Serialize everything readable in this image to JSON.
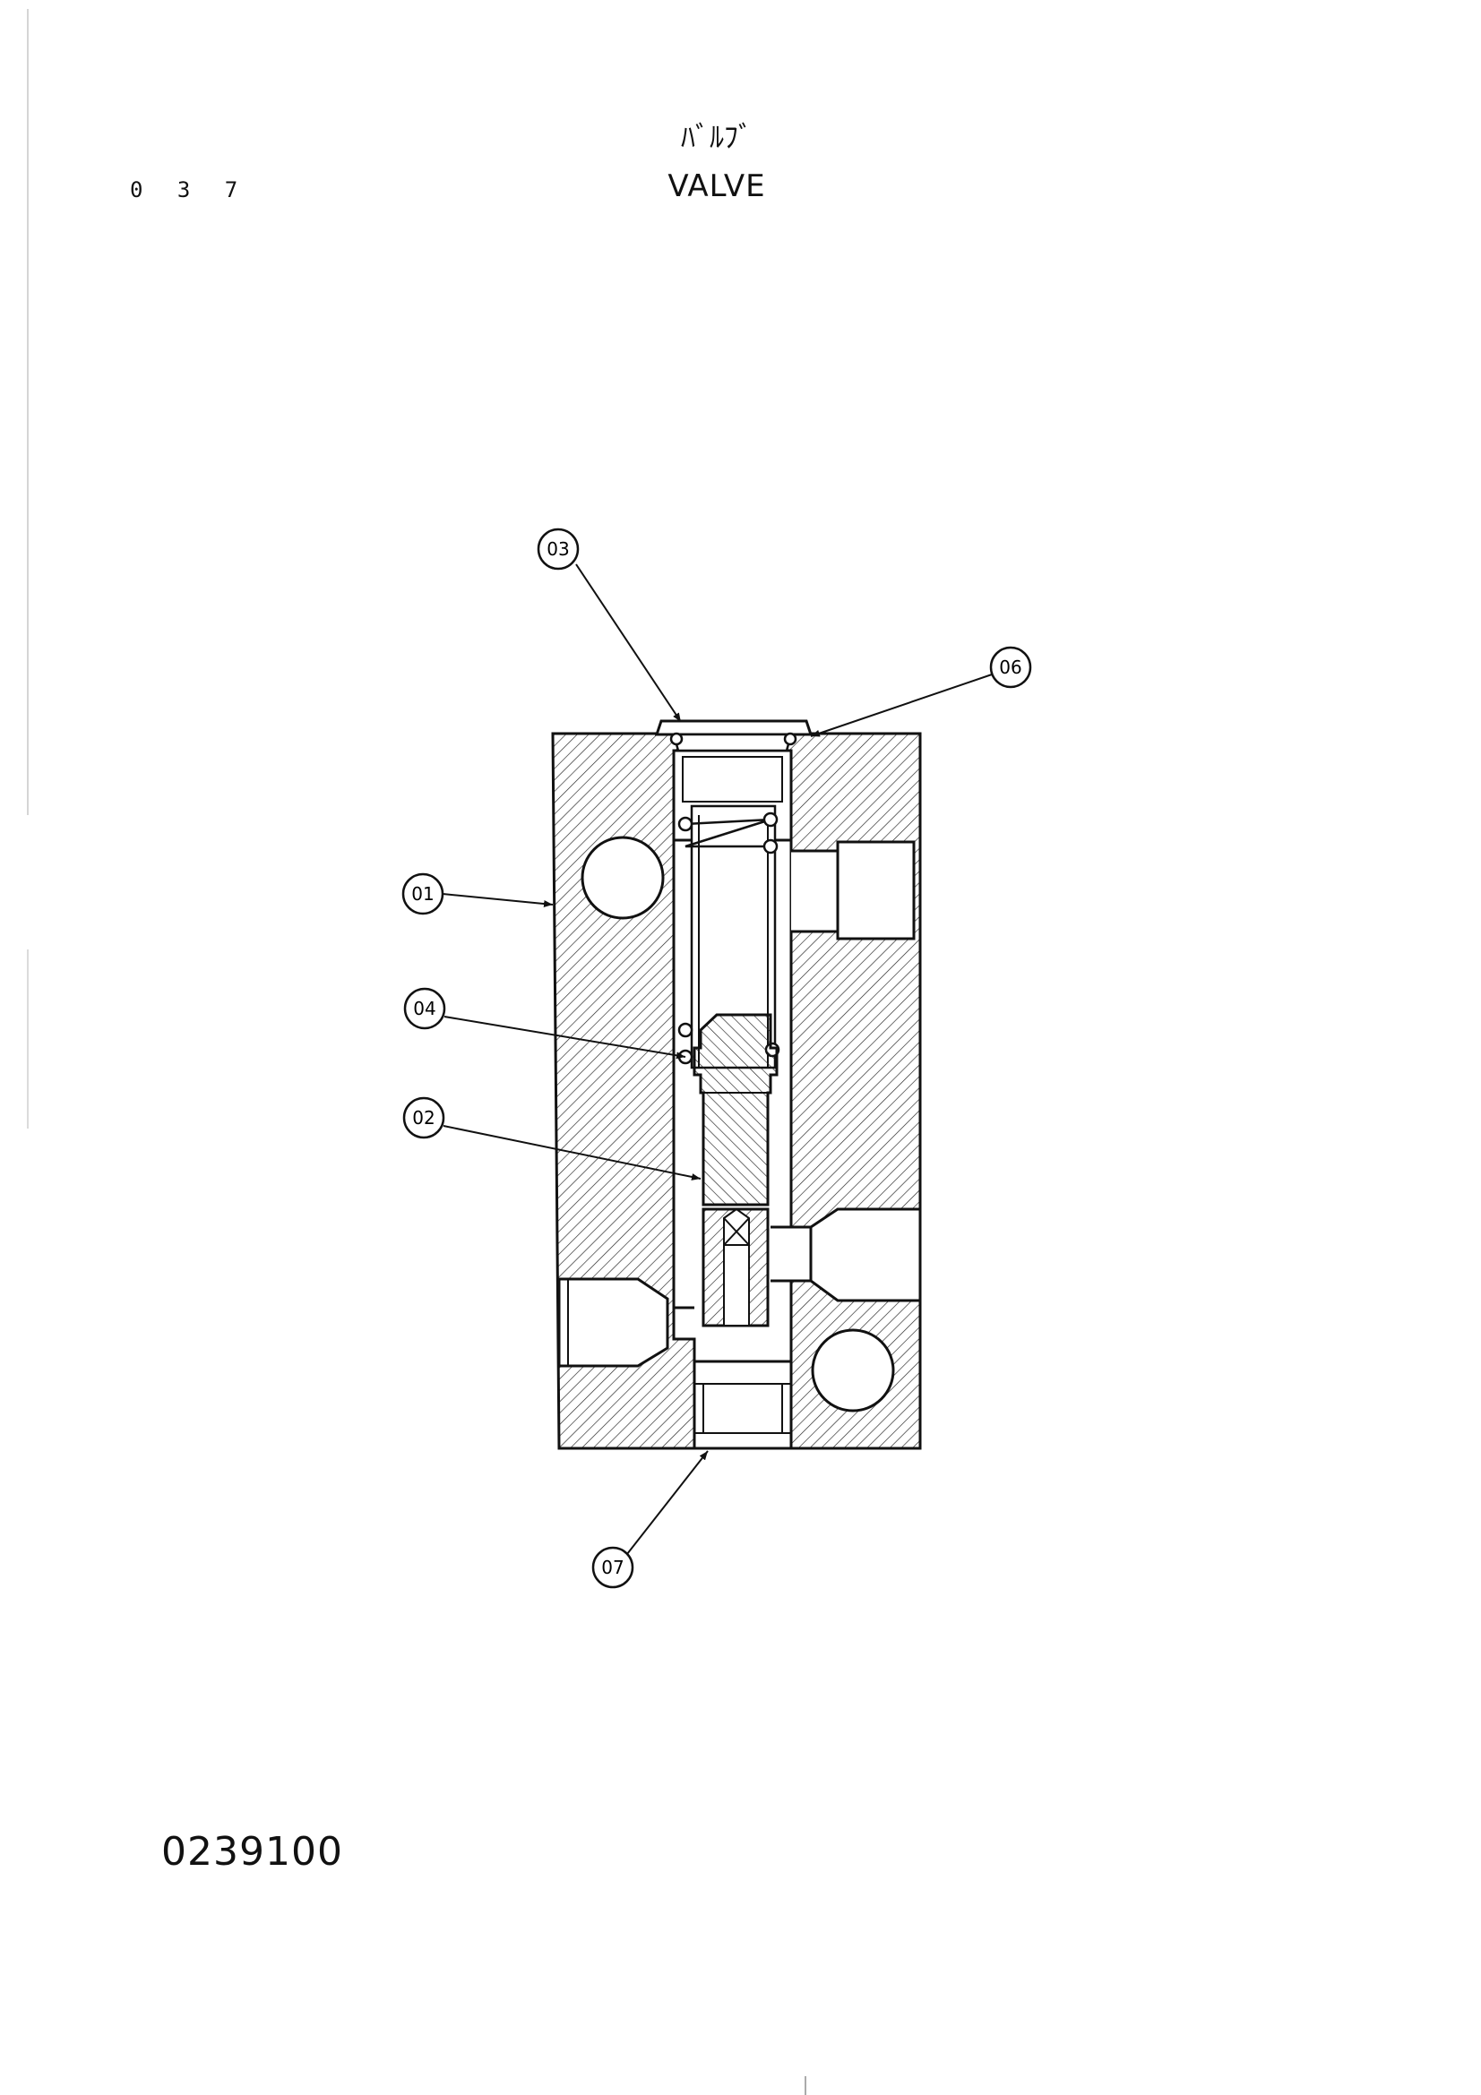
{
  "header": {
    "page_number": "0 3 7",
    "title_japanese": "ﾊﾞﾙﾌﾞ",
    "title_english": "VALVE"
  },
  "footer": {
    "drawing_number": "0239100"
  },
  "callouts": [
    {
      "id": "callout-01",
      "label": "01"
    },
    {
      "id": "callout-02",
      "label": "02"
    },
    {
      "id": "callout-03",
      "label": "03"
    },
    {
      "id": "callout-04",
      "label": "04"
    },
    {
      "id": "callout-06",
      "label": "06"
    },
    {
      "id": "callout-07",
      "label": "07"
    }
  ]
}
